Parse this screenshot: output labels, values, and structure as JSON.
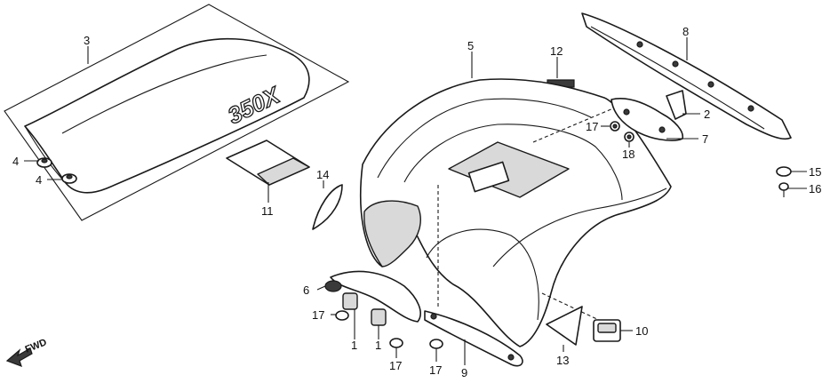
{
  "diagram": {
    "seat_emboss": "350X",
    "direction_label": "FWD",
    "callouts": {
      "c1a": "1",
      "c1b": "1",
      "c2": "2",
      "c3": "3",
      "c4a": "4",
      "c4b": "4",
      "c5": "5",
      "c6": "6",
      "c7": "7",
      "c8": "8",
      "c9": "9",
      "c10": "10",
      "c11": "11",
      "c12": "12",
      "c13": "13",
      "c14": "14",
      "c15": "15",
      "c16": "16",
      "c17a": "17",
      "c17b": "17",
      "c17c": "17",
      "c17d": "17",
      "c18": "18"
    }
  }
}
